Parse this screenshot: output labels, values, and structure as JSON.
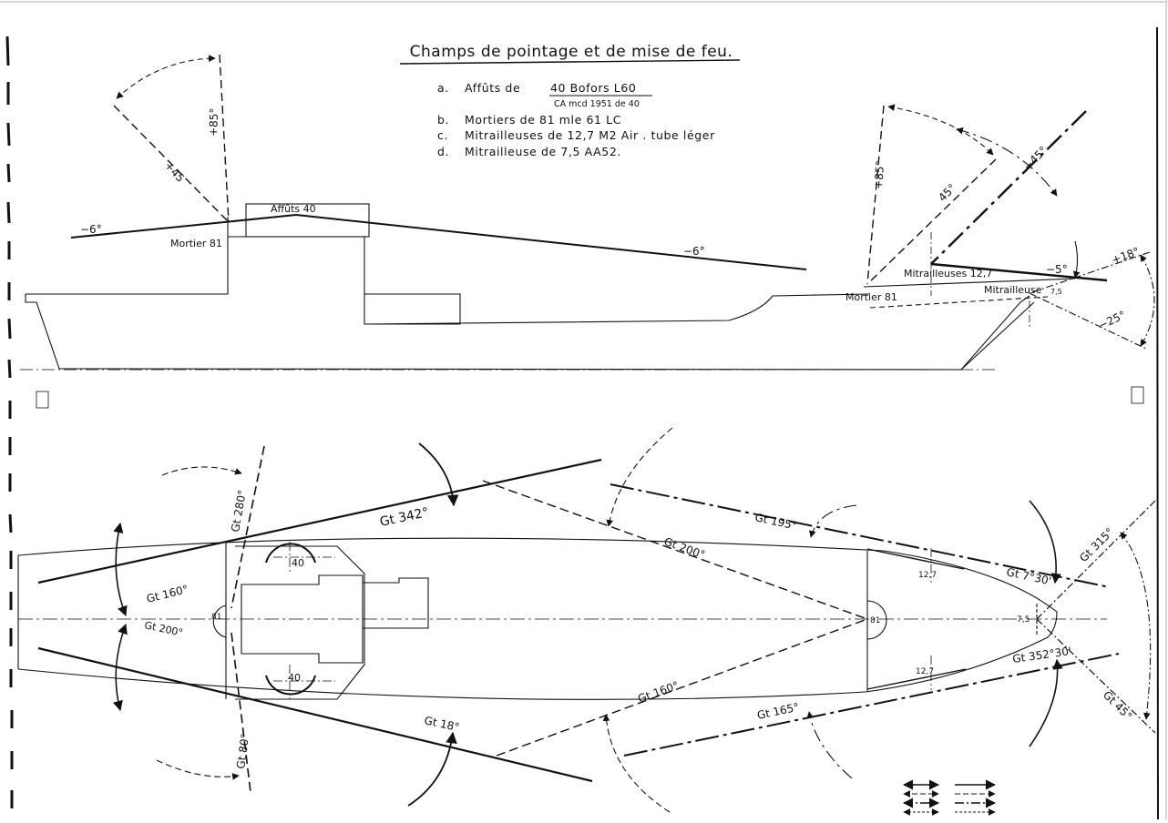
{
  "title": "Champs de pointage et de mise de feu.",
  "legend": [
    {
      "key": "a.",
      "text": "Affûts de",
      "emph": "40 Bofors L60",
      "sub": "CA mcd 1951 de 40"
    },
    {
      "key": "b.",
      "text": "Mortiers de 81 mle 61 LC"
    },
    {
      "key": "c.",
      "text": "Mitrailleuses de 12,7 M2 Air . tube léger"
    },
    {
      "key": "d.",
      "text": "Mitrailleuse de 7,5 AA52."
    }
  ],
  "profile": {
    "affuts": "Affûts 40",
    "mortier_aft": "Mortier 81",
    "mortier_fwd": "Mortier 81",
    "mitr127": "Mitrailleuses 12,7",
    "mitr75": "Mitrailleuse",
    "mitr75_cal": "7,5",
    "a_minus6_left": "−6°",
    "a_minus6_right": "−6°",
    "a_plus85_aft": "+85°",
    "a_plus45_aft": "+45",
    "a_plus85_fwd": "+85°",
    "a_45_fwd": "45°",
    "a_plus45_fwd": "+45°",
    "a_minus5": "−5°",
    "a_plus18": "+18°",
    "a_minus25": "−25°"
  },
  "plan": {
    "g342": "Gt 342°",
    "g280": "Gt 280°",
    "g160_aft": "Gt 160°",
    "g200_aft": "Gt 200°",
    "g80": "Gt 80°",
    "g18": "Gt 18°",
    "g195": "Gt 195°",
    "g200_mid": "Gt 200°",
    "g160_mid": "Gt 160°",
    "g165": "Gt 165°",
    "g7_30": "Gt 7°30'",
    "g352": "Gt 352°30'",
    "g315": "Gt 315°",
    "g45": "Gt 45°",
    "lbl_40_top": "40",
    "lbl_40_bot": "40",
    "lbl_81_aft": "81",
    "lbl_81_mid": "81",
    "lbl_127_top": "12,7",
    "lbl_127_bot": "12,7",
    "lbl_75": "7,5"
  }
}
